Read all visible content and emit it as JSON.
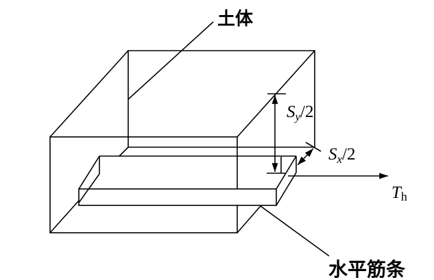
{
  "labels": {
    "soil": "土体",
    "strip": "水平筋条",
    "sy_main": "S",
    "sy_sub": "y",
    "sy_rest": "/2",
    "sx_main": "S",
    "sx_sub": "x",
    "sx_rest": "/2",
    "th_main": "T",
    "th_sub": "h"
  },
  "colors": {
    "stroke": "#000000",
    "background": "#ffffff"
  }
}
